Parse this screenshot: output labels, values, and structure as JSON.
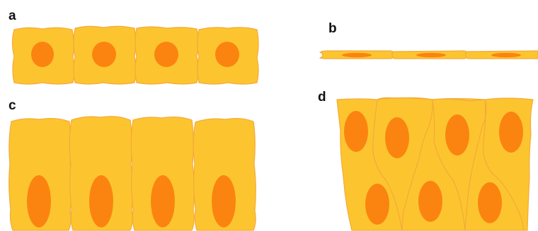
{
  "panels": {
    "a": {
      "label": "a"
    },
    "b": {
      "label": "b"
    },
    "c": {
      "label": "c"
    },
    "d": {
      "label": "d"
    }
  },
  "colors": {
    "cytoplasm": "#fcc52f",
    "cell_outline": "#f4a93a",
    "nucleus": "#fb8410"
  }
}
